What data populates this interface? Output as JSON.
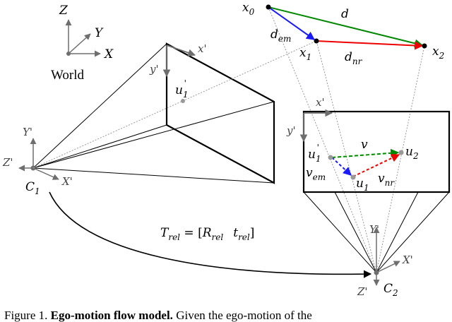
{
  "labels": {
    "world_z": "Z",
    "world_y": "Y",
    "world_x": "X",
    "world": "World",
    "cam1_y": "Y'",
    "cam1_z": "Z'",
    "cam1_x": "X'",
    "c1": "C",
    "c1_sub": "1",
    "img1_x": "x'",
    "img1_y": "y'",
    "u1p": "u",
    "u1p_sub": "1",
    "u1p_prime": "'",
    "x0": "x",
    "x0_sub": "0",
    "d": "d",
    "dem": "d",
    "dem_sub": "em",
    "x1": "x",
    "x1_sub": "1",
    "dnr": "d",
    "dnr_sub": "nr",
    "x2": "x",
    "x2_sub": "2",
    "img2_x": "x'",
    "img2_y": "y'",
    "v": "v",
    "u2": "u",
    "u2_sub": "2",
    "u1_left": "u",
    "u1_left_sub": "1",
    "u1_left_prime": "'",
    "vem": "v",
    "vem_sub": "em",
    "u1": "u",
    "u1_sub": "1",
    "vnr": "v",
    "vnr_sub": "nr",
    "trel": "T",
    "trel_sub": "rel",
    "trel_eq": " = [",
    "rrel": "R",
    "rrel_sub": "rel",
    "t_rel": "t",
    "t_rel_sub": "rel",
    "trel_close": "]",
    "cam2_y": "Y'",
    "cam2_x": "X'",
    "cam2_z": "Z'",
    "c2": "C",
    "c2_sub": "2",
    "caption_start": "Figure 1. ",
    "caption_bold": "Ego-motion flow model.",
    "caption_rest": " Given the ego-motion of the"
  },
  "colors": {
    "d": "#008800",
    "dem": "#1a1aff",
    "dnr": "#ee0000",
    "axis": "#6e6e6e",
    "dash": "#888888"
  }
}
